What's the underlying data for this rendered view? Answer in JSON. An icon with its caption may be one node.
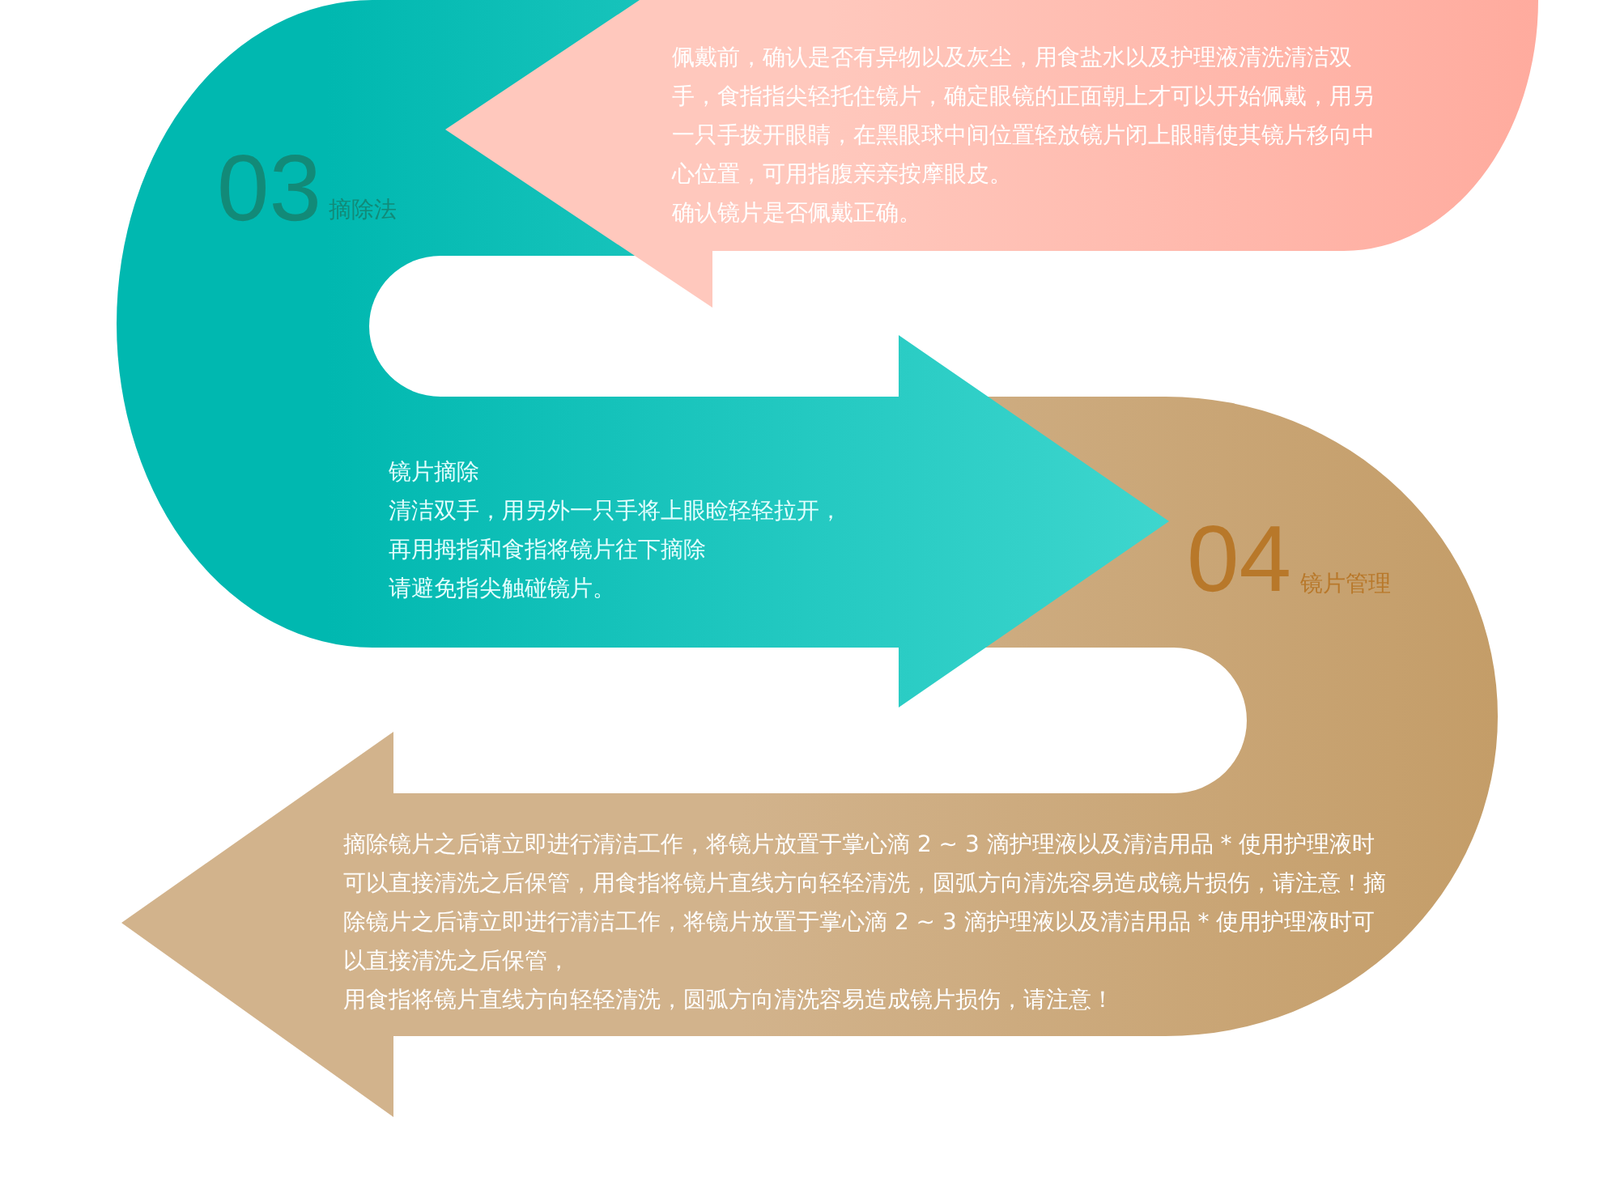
{
  "diagram": {
    "nodes": [
      {
        "text": [
          "佩戴前，确认是否有异物以及灰尘，用食盐水以及护理液清洗清洁双手，食指指尖轻托住镜片，确定眼镜的正面朝上才可以开始佩戴，用另一只手拨开眼睛，在黑眼球中间位置轻放镜片闭上眼睛使其镜片移向中心位置，可用指腹亲亲按摩眼皮。",
          "确认镜片是否佩戴正确。"
        ]
      },
      {
        "text": [
          "03",
          "摘除法",
          "镜片摘除",
          "清洁双手，用另外一只手将上眼睑轻轻拉开，",
          "再用拇指和食指将镜片往下摘除",
          "请避免指尖触碰镜片。"
        ]
      },
      {
        "text": [
          "04",
          "镜片管理",
          "摘除镜片之后请立即进行清洁工作，将镜片放置于掌心滴 2 ~ 3 滴护理液以及清洁用品 * 使用护理液时可以直接清洗之后保管，用食指将镜片直线方向轻轻清洗，圆弧方向清洗容易造成镜片损伤，请注意！摘除镜片之后请立即进行清洁工作，将镜片放置于掌心滴 2 ~ 3 滴护理液以及清洁用品 * 使用护理液时可以直接清洗之后保管，",
          "用食指将镜片直线方向轻轻清洗，圆弧方向清洗容易造成镜片损伤，请注意！"
        ]
      }
    ]
  }
}
